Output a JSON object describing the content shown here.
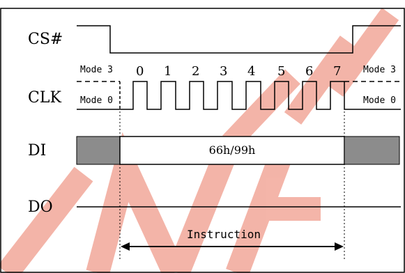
{
  "signals": {
    "cs": "CS#",
    "clk": "CLK",
    "di": "DI",
    "do": "DO"
  },
  "modes": {
    "mode3_left": "Mode 3",
    "mode0_left": "Mode 0",
    "mode3_right": "Mode 3",
    "mode0_right": "Mode 0"
  },
  "clock_numbers": [
    "0",
    "1",
    "2",
    "3",
    "4",
    "5",
    "6",
    "7"
  ],
  "di_value": "66h/99h",
  "instruction_label": "Instruction",
  "colors": {
    "line": "#000000",
    "dont_care_fill": "#8c8c8c",
    "watermark": "#f2a89a"
  }
}
